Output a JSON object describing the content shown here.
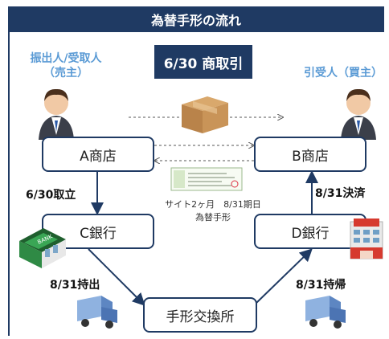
{
  "title": "為替手形の流れ",
  "trade_badge": "6/30 商取引",
  "roles": {
    "left": [
      "振出人/受取人",
      "（売主）"
    ],
    "right": "引受人（買主）"
  },
  "nodes": {
    "a_store": "A商店",
    "b_store": "B商店",
    "c_bank": "C銀行",
    "d_bank": "D銀行",
    "clearing": "手形交換所"
  },
  "labels": {
    "collection": "6/30取立",
    "settlement": "8/31決済",
    "bring_out": "8/31持出",
    "bring_back": "8/31持帰"
  },
  "bill": {
    "terms": "サイト2ヶ月　8/31期日",
    "name": "為替手形"
  },
  "icons": {
    "person": "person-icon",
    "package": "package-box-icon",
    "bank": "bank-building-icon",
    "store": "department-store-icon",
    "truck": "delivery-truck-icon",
    "bill": "bill-document-icon"
  },
  "colors": {
    "navy": "#1f3a63",
    "role_blue": "#5b9bd5"
  }
}
